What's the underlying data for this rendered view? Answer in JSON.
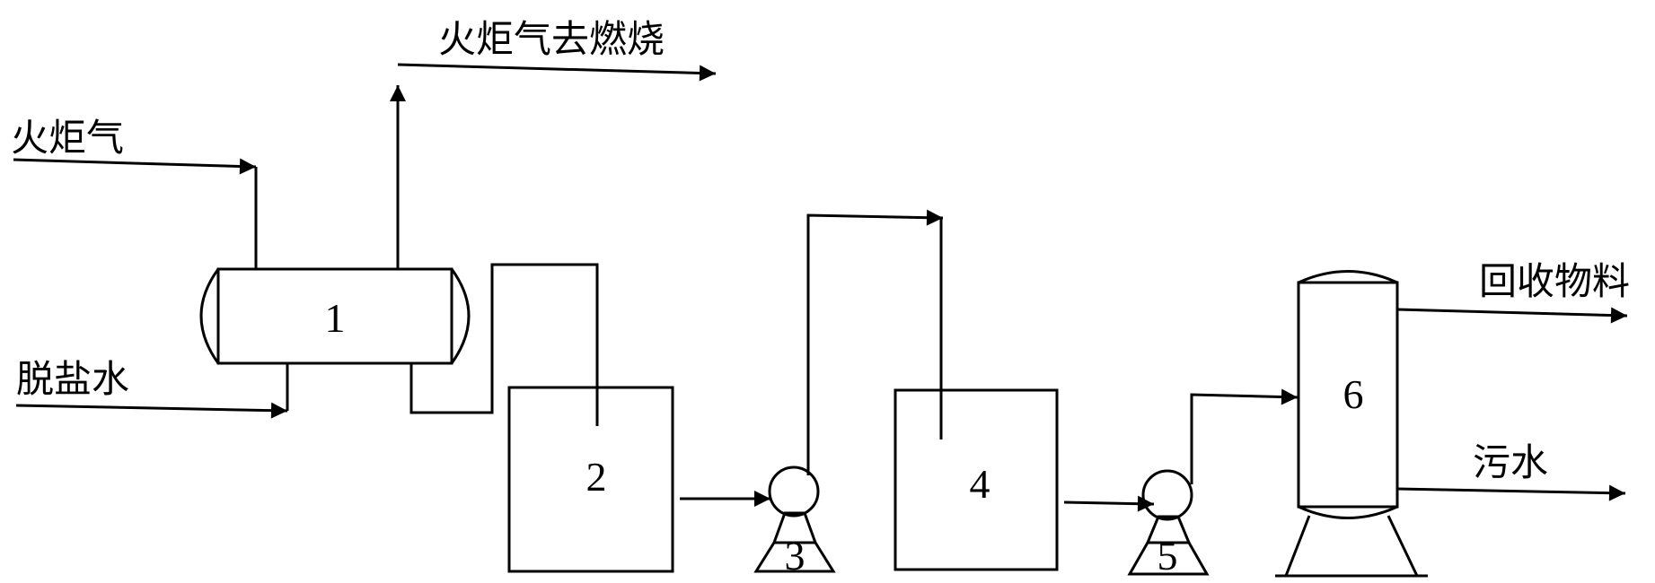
{
  "labels": {
    "flare_gas_in": "火炬气",
    "flare_gas_out": "火炬气去燃烧",
    "desalted_water": "脱盐水",
    "recovered_material": "回收物料",
    "wastewater": "污水"
  },
  "equipment": {
    "drum": "1",
    "tank_a": "2",
    "pump_a": "3",
    "tank_b": "4",
    "pump_b": "5",
    "column": "6"
  }
}
